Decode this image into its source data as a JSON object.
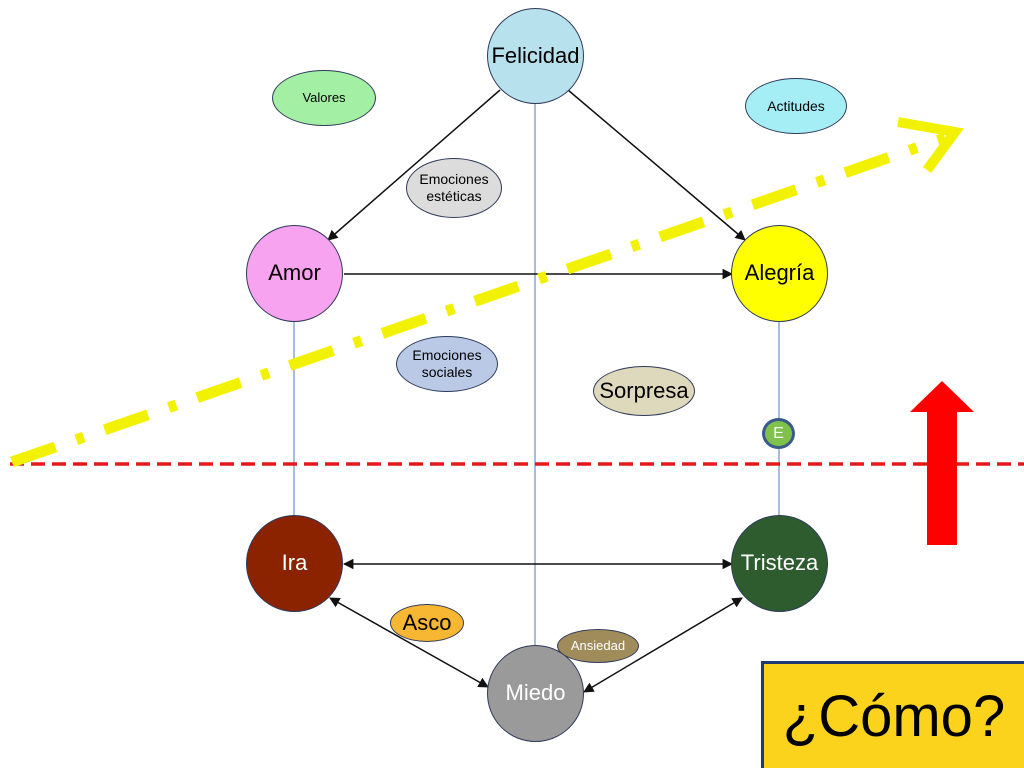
{
  "nodes": {
    "felicidad": {
      "label": "Felicidad",
      "color": "#b7e1ec"
    },
    "amor": {
      "label": "Amor",
      "color": "#f7a3f0"
    },
    "alegria": {
      "label": "Alegría",
      "color": "#ffff00"
    },
    "ira": {
      "label": "Ira",
      "color": "#8b2200"
    },
    "tristeza": {
      "label": "Tristeza",
      "color": "#2e5c2f"
    },
    "miedo": {
      "label": "Miedo",
      "color": "#9a9a9a"
    },
    "valores": {
      "label": "Valores",
      "color": "#a3efa3"
    },
    "actitudes": {
      "label": "Actitudes",
      "color": "#a6eef6"
    },
    "emociones_esteticas": {
      "label": "Emociones estéticas",
      "color": "#dcdcdc"
    },
    "emociones_sociales": {
      "label": "Emociones sociales",
      "color": "#b9c9e6"
    },
    "sorpresa": {
      "label": "Sorpresa",
      "color": "#ded9bc"
    },
    "asco": {
      "label": "Asco",
      "color": "#f7b733"
    },
    "ansiedad": {
      "label": "Ansiedad",
      "color": "#a08c5a"
    },
    "e": {
      "label": "E",
      "color": "#7fc14b"
    }
  },
  "question": {
    "label": "¿Cómo?",
    "color": "#fbd31c"
  },
  "colors": {
    "dashed_line": "#e3191b",
    "yellow_arrow": "#f2f200",
    "red_arrow": "#ff0000",
    "vertical_lines": "#6d8fc9"
  }
}
